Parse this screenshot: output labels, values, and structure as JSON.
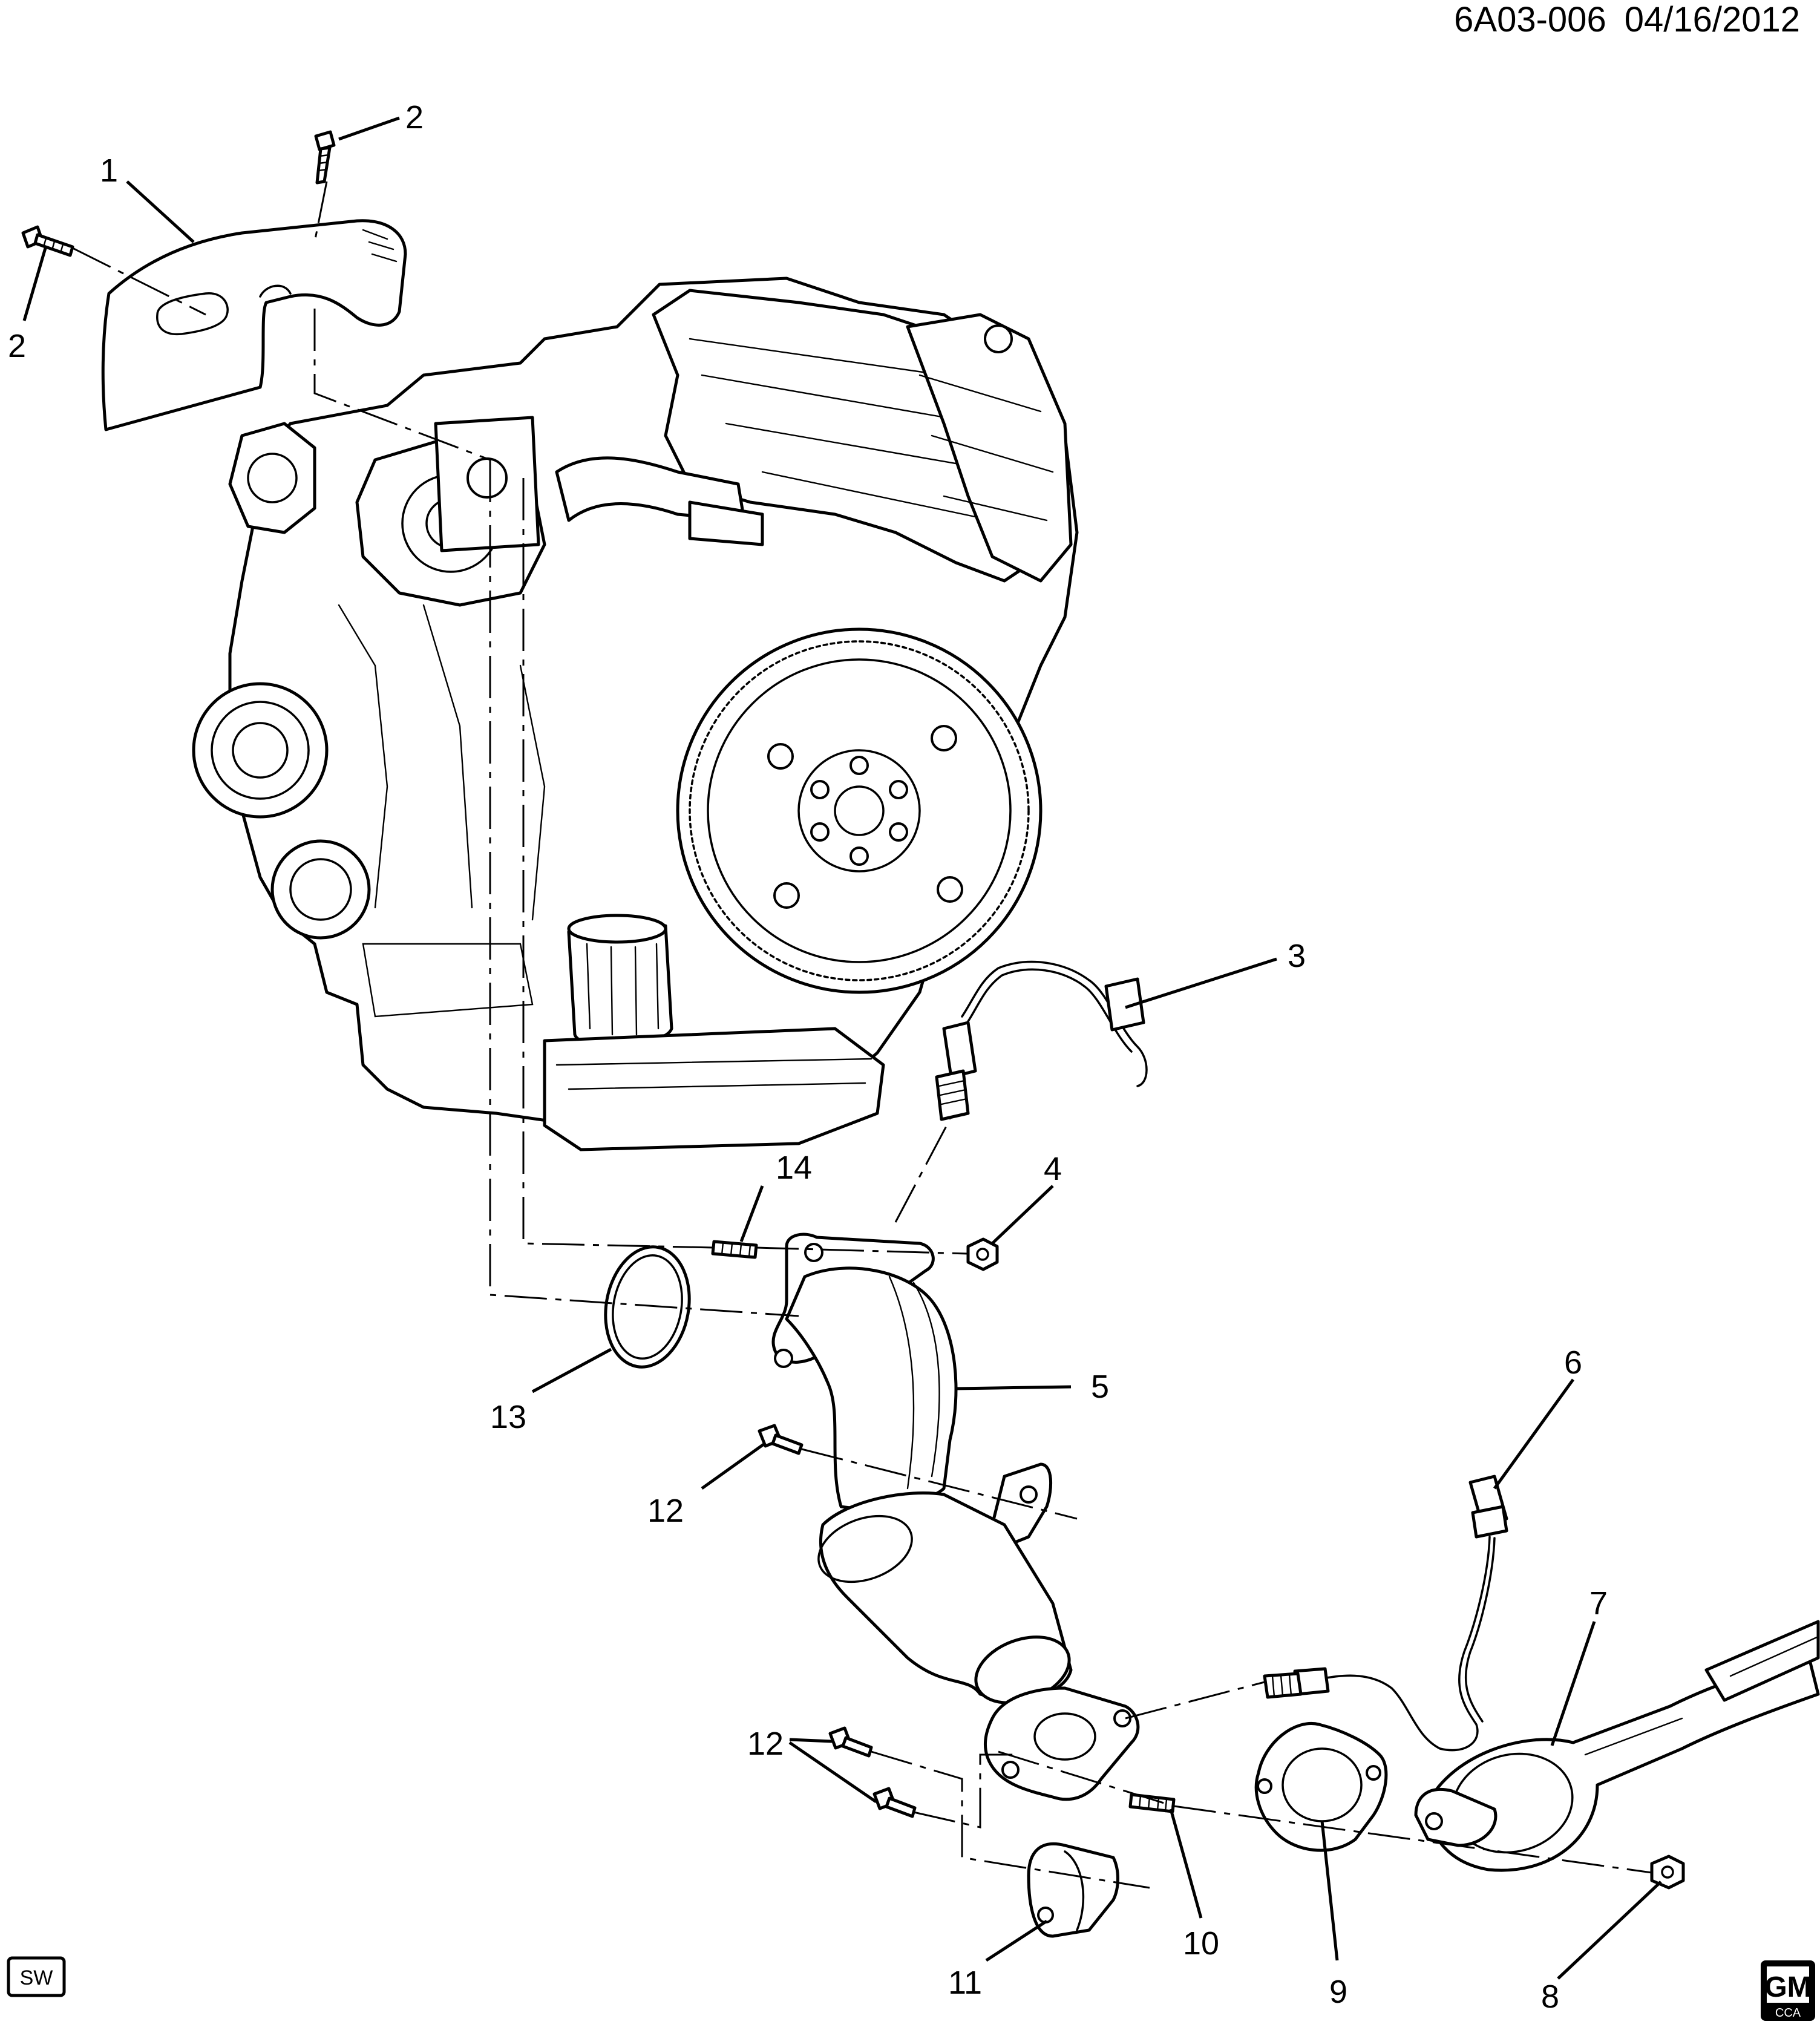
{
  "header": {
    "code": "6A03-006",
    "date": "04/16/2012"
  },
  "badges": {
    "sw": "SW",
    "gm": "GM",
    "gm_sub": "CCA"
  },
  "callouts": {
    "c1": "1",
    "c2a": "2",
    "c2b": "2",
    "c3": "3",
    "c4": "4",
    "c5": "5",
    "c6": "6",
    "c7": "7",
    "c8": "8",
    "c9": "9",
    "c10": "10",
    "c11": "11",
    "c12a": "12",
    "c12b": "12",
    "c13": "13",
    "c14": "14"
  }
}
